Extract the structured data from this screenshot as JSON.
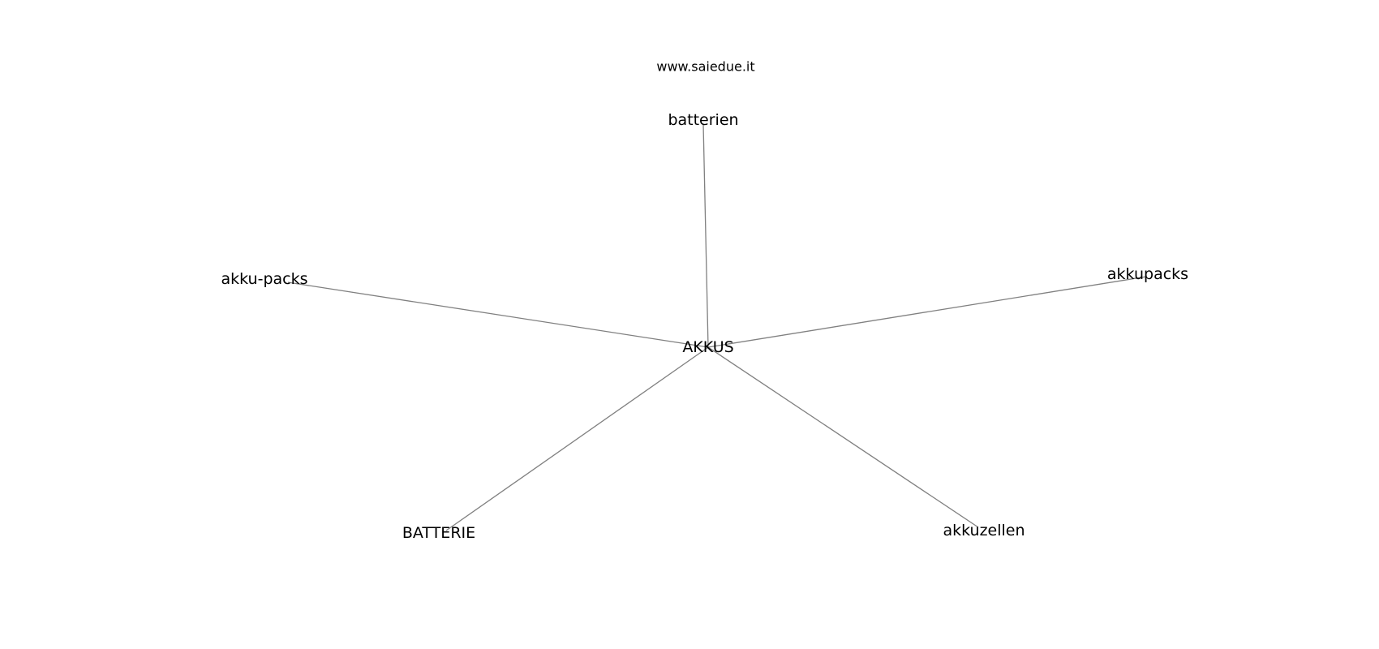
{
  "source": "www.saiedue.it",
  "center": "AKKUS",
  "nodes": [
    "batterien",
    "akku-packs",
    "akkupacks",
    "BATTERIE",
    "akkuzellen"
  ],
  "colors": {
    "edge": "#808080",
    "text": "#000000",
    "background": "#ffffff"
  }
}
